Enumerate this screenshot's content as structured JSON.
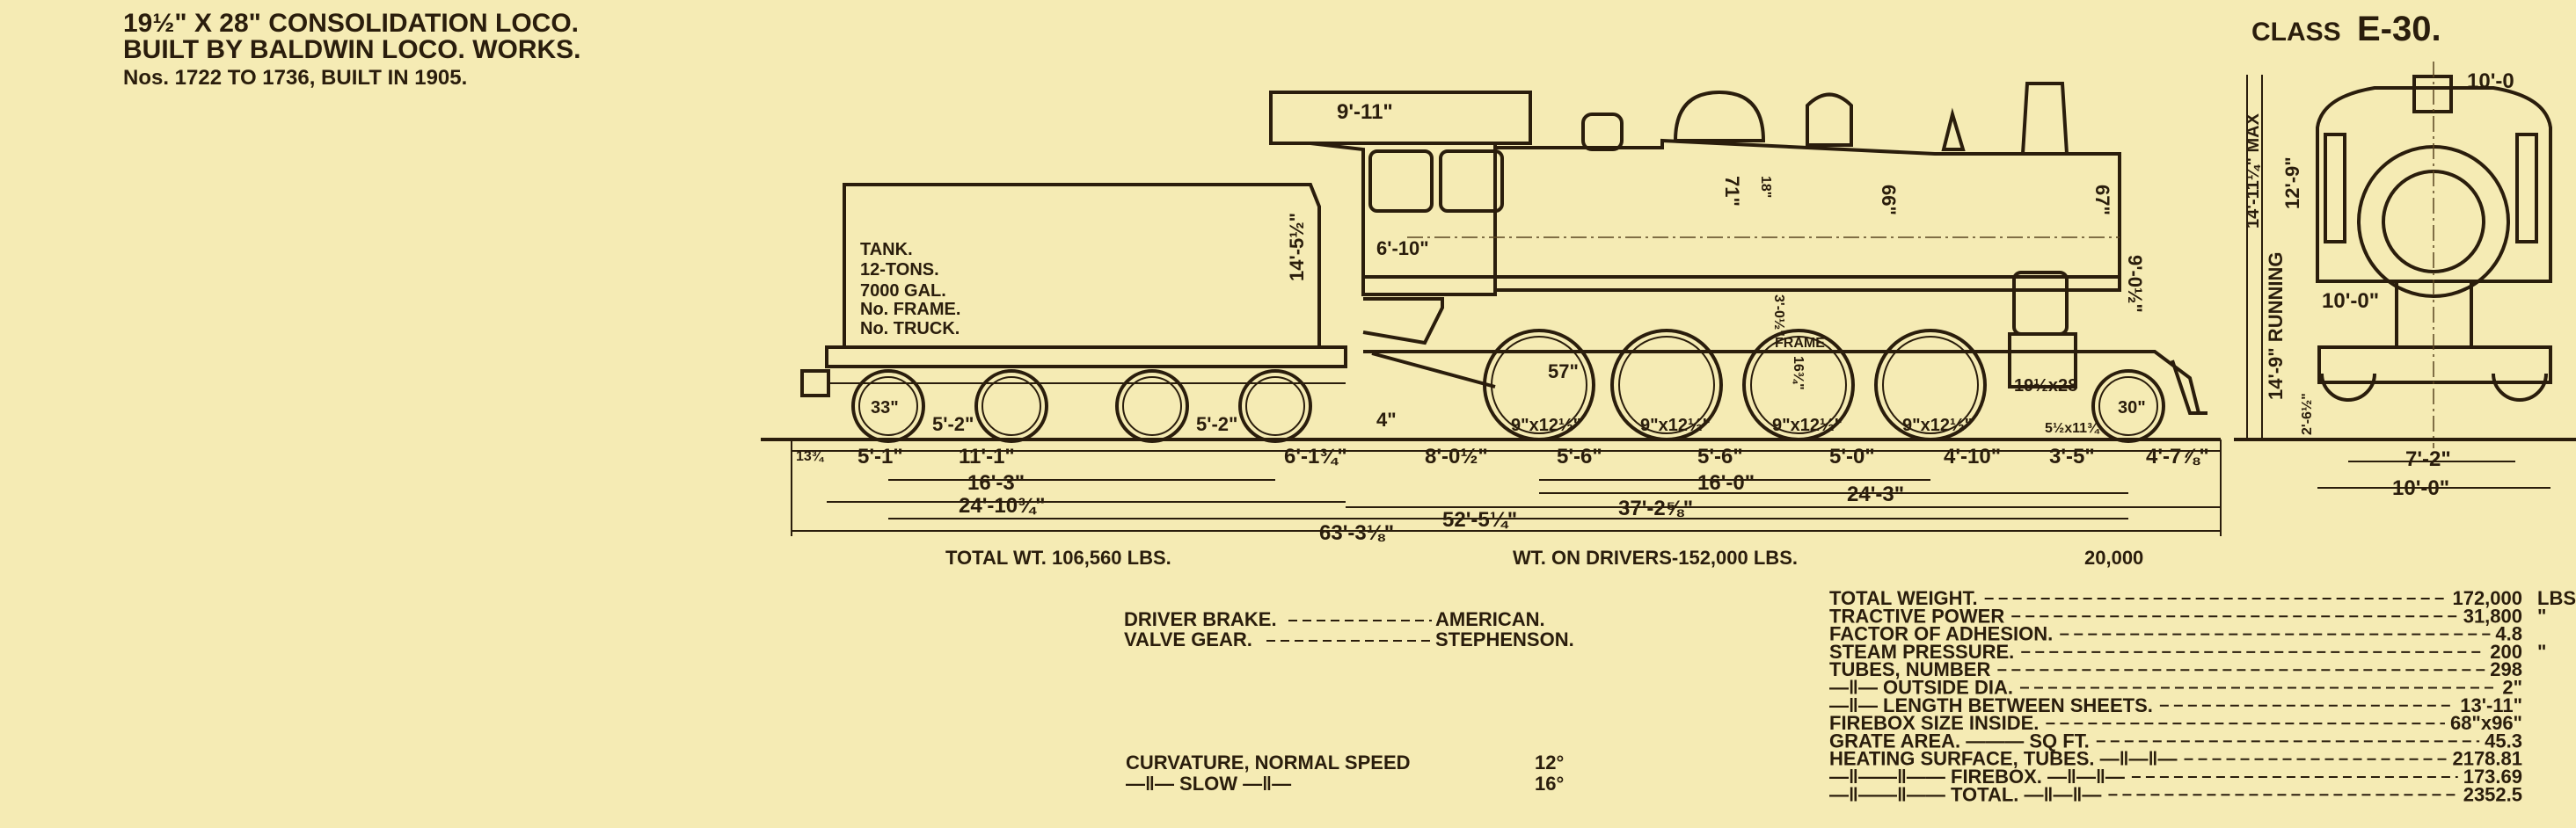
{
  "title": {
    "line1": "19½\" X 28\" CONSOLIDATION LOCO.",
    "line2": "BUILT BY BALDWIN LOCO. WORKS.",
    "line3": "Nos. 1722 TO 1736, BUILT IN 1905."
  },
  "class_label": "CLASS",
  "class_value": "E-30.",
  "tender": {
    "lines": [
      "TANK.",
      "12-TONS.",
      "7000 GAL.",
      "No.    FRAME.",
      "No.    TRUCK."
    ]
  },
  "dimensions": {
    "cab_roof": "9'-11\"",
    "cab_depth": "6'-10\"",
    "cab_height": "14'-5½\"",
    "boiler_71": "71\"",
    "boiler_18": "18\"",
    "boiler_66": "66\"",
    "boiler_67": "67\"",
    "boiler_center": "9'-0½\"",
    "frame_height": "3'-0½\"",
    "frame_label": "FRAME",
    "frame_depth": "16¾\"",
    "tender_wheel": "33\"",
    "tender_truck_1": "5'-2\"",
    "tender_truck_2": "5'-2\"",
    "drawbar_gap": "4\"",
    "driver_dia": "57\"",
    "journals": [
      "9\"x12½\"",
      "9\"x12½\"",
      "9\"x12½\"",
      "9\"x12½\""
    ],
    "cylinder": "19½x28",
    "pilot_journal": "5½x11¾",
    "pilot_wheel": "30\"",
    "row1": [
      "13¾",
      "5'-1\"",
      "11'-1\"",
      "6'-1¾\"",
      "8'-0½\"",
      "5'-6\"",
      "5'-6\"",
      "5'-0\"",
      "4'-10\"",
      "3'-5\"",
      "4'-7⅞\""
    ],
    "tender_wb": "16'-3\"",
    "driver_wb": "16'-0\"",
    "tender_total": "24'-10¾\"",
    "engine_wb": "24'-3\"",
    "engine_length": "37'-2⅝\"",
    "total_wb": "52'-5¼\"",
    "overall": "63'-3⅛\""
  },
  "front_view": {
    "top_width": "10'-0",
    "mid_width": "10'-0\"",
    "gauge": "7'-2\"",
    "base_width": "10'-0\"",
    "max_height": "14'-11¼\" MAX",
    "running_height": "14'-9\" RUNNING",
    "boiler_height": "12'-9\"",
    "low_height": "2'-6½\""
  },
  "weights": {
    "tender_total": "TOTAL WT. 106,560 LBS.",
    "on_drivers": "WT. ON DRIVERS-152,000 LBS.",
    "other": "20,000"
  },
  "equipment": [
    {
      "label": "DRIVER BRAKE.",
      "value": "AMERICAN."
    },
    {
      "label": "VALVE GEAR.",
      "value": "STEPHENSON."
    }
  ],
  "curvature": [
    {
      "label": "CURVATURE, NORMAL SPEED",
      "value": "12°"
    },
    {
      "label": "—‖— SLOW —‖—",
      "value": "16°"
    }
  ],
  "specs": [
    {
      "label": "TOTAL WEIGHT.",
      "value": "172,000",
      "unit": "LBS"
    },
    {
      "label": "TRACTIVE POWER",
      "value": "31,800",
      "unit": "\""
    },
    {
      "label": "FACTOR OF ADHESION.",
      "value": "4.8",
      "unit": ""
    },
    {
      "label": "STEAM PRESSURE.",
      "value": "200",
      "unit": "\""
    },
    {
      "label": "TUBES, NUMBER",
      "value": "298",
      "unit": ""
    },
    {
      "label": "—‖— OUTSIDE DIA.",
      "value": "2\"",
      "unit": ""
    },
    {
      "label": "—‖— LENGTH BETWEEN SHEETS.",
      "value": "13'-11\"",
      "unit": ""
    },
    {
      "label": "FIREBOX SIZE INSIDE.",
      "value": "68\"x96\"",
      "unit": ""
    },
    {
      "label": "GRATE AREA. ——— SQ FT.",
      "value": "45.3",
      "unit": ""
    },
    {
      "label": "HEATING SURFACE, TUBES. —‖—‖—",
      "value": "2178.81",
      "unit": ""
    },
    {
      "label": "—‖——‖—— FIREBOX. —‖—‖—",
      "value": "173.69",
      "unit": ""
    },
    {
      "label": "—‖——‖—— TOTAL. —‖—‖—",
      "value": "2352.5",
      "unit": ""
    }
  ]
}
